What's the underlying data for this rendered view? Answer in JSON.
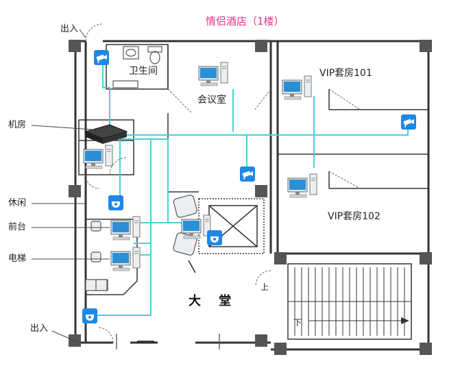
{
  "title": "情侣酒店（1楼）",
  "rooms": {
    "toilet": "卫生间",
    "meeting": "会议室",
    "vip101": "VIP套房101",
    "vip102": "VIP套房102",
    "lobby": "大 堂"
  },
  "callouts": {
    "entrance_top": "出入",
    "server_room": "机房",
    "lounge": "休闲",
    "front_desk": "前台",
    "elevator": "电梯",
    "entrance_bottom": "出入"
  },
  "stairs": {
    "up": "上",
    "down": "下"
  },
  "colors": {
    "wall": "#333333",
    "pillar": "#555555",
    "network_cable": "#3fd3d8",
    "camera_bg": "#1e88e5",
    "title": "#e8328c"
  },
  "icons": [
    "bullet-camera-icon",
    "dome-camera-icon",
    "computer-icon",
    "network-switch-icon",
    "door-icon"
  ]
}
